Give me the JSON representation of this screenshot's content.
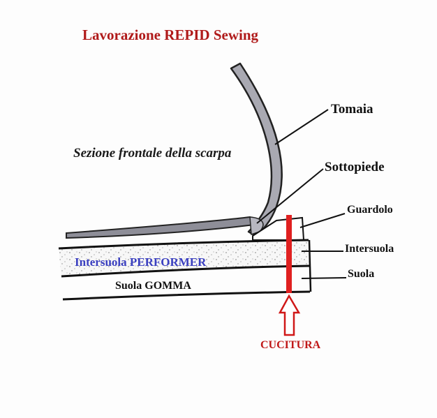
{
  "title": "Lavorazione REPID Sewing",
  "subtitle": "Sezione frontale della scarpa",
  "labels": {
    "tomaia": "Tomaia",
    "sottopiede": "Sottopiede",
    "guardolo": "Guardolo",
    "intersuola": "Intersuola",
    "suola": "Suola",
    "intersuola_performer": "Intersuola PERFORMER",
    "suola_gomma": "Suola GOMMA",
    "cucitura": "CUCITURA"
  },
  "colors": {
    "title": "#b01a1a",
    "stitch": "#e02020",
    "performer_text": "#3a3fc0",
    "upper_fill": "#a9a9b2",
    "line": "#111111"
  }
}
